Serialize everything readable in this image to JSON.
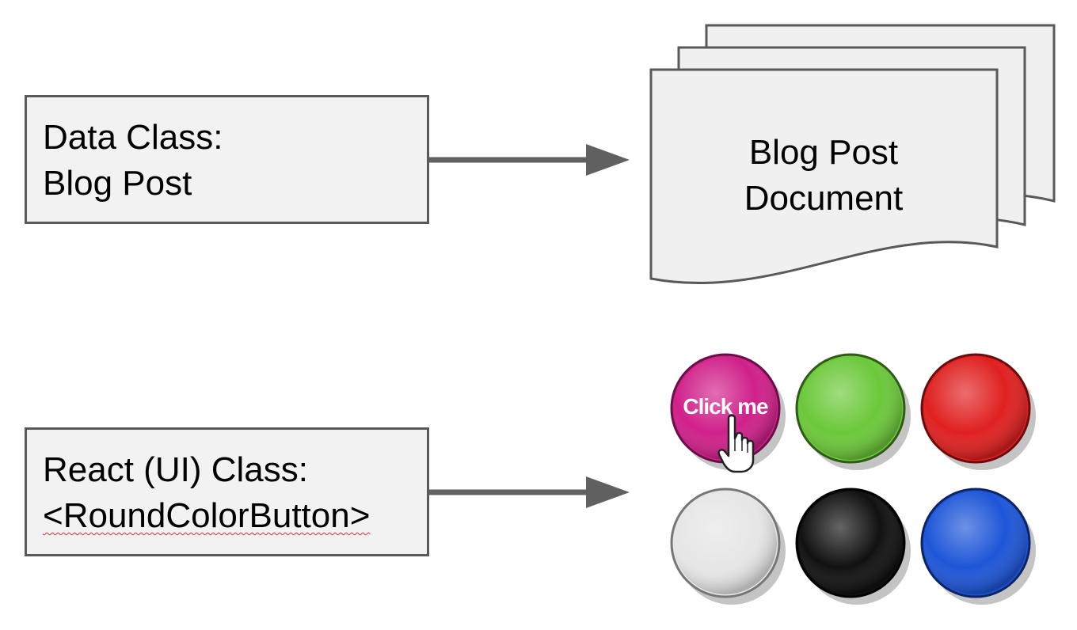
{
  "data_class_box": {
    "line1": "Data Class:",
    "line2": "Blog Post"
  },
  "react_class_box": {
    "line1": "React (UI) Class:",
    "line2": "<RoundColorButton>"
  },
  "document_stack": {
    "line1": "Blog Post",
    "line2": "Document"
  },
  "buttons": {
    "click_label": "Click me",
    "colors": [
      "#d0208a",
      "#6cc83a",
      "#e02020",
      "#e6e6e6",
      "#111111",
      "#1e56d8"
    ]
  },
  "colors": {
    "box_fill": "#f2f2f2",
    "box_border": "#595959",
    "arrow": "#606060"
  }
}
